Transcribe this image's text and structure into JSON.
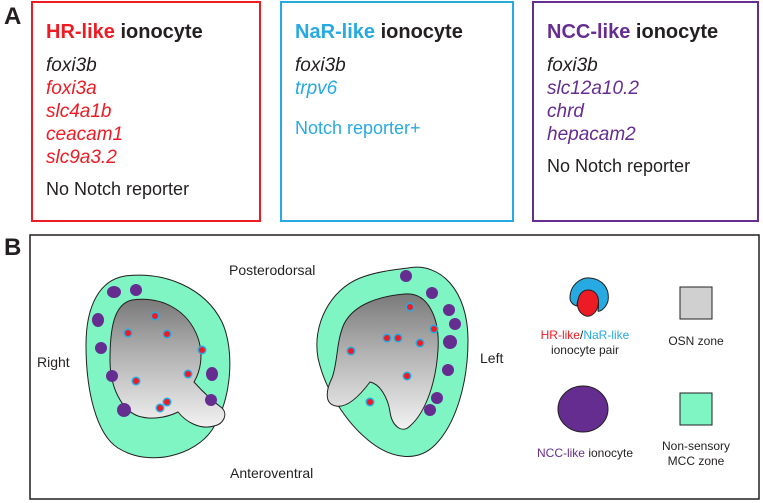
{
  "panel_a_label": "A",
  "panel_b_label": "B",
  "boxes": [
    {
      "title_prefix": "HR-like",
      "title_suffix": " ionocyte",
      "genes": [
        "foxi3b",
        "foxi3a",
        "slc4a1b",
        "ceacam1",
        "slc9a3.2"
      ],
      "note": "No Notch reporter"
    },
    {
      "title_prefix": "NaR-like",
      "title_suffix": " ionocyte",
      "genes": [
        "foxi3b",
        "trpv6"
      ],
      "note": "Notch reporter+"
    },
    {
      "title_prefix": "NCC-like",
      "title_suffix": " ionocyte",
      "genes": [
        "foxi3b",
        "slc12a10.2",
        "chrd",
        "hepacam2"
      ],
      "note": "No Notch reporter"
    }
  ],
  "colors": {
    "hr": "#ed1c24",
    "nar": "#27aae1",
    "ncc": "#662d91",
    "text": "#231f20",
    "mcc_zone": "#7ff5c4",
    "osn_zone": "#d0d0d0"
  },
  "panel_b": {
    "orientation": {
      "top": "Posterodorsal",
      "bottom": "Anteroventral",
      "left": "Right",
      "right": "Left"
    },
    "legend": {
      "pair_hr": "HR-like",
      "pair_sep": "/",
      "pair_nar": "NaR-like",
      "pair_suffix": "ionocyte pair",
      "osn": "OSN zone",
      "ncc_prefix": "NCC-like",
      "ncc_suffix": " ionocyte",
      "mcc_line1": "Non-sensory",
      "mcc_line2": "MCC zone"
    }
  }
}
